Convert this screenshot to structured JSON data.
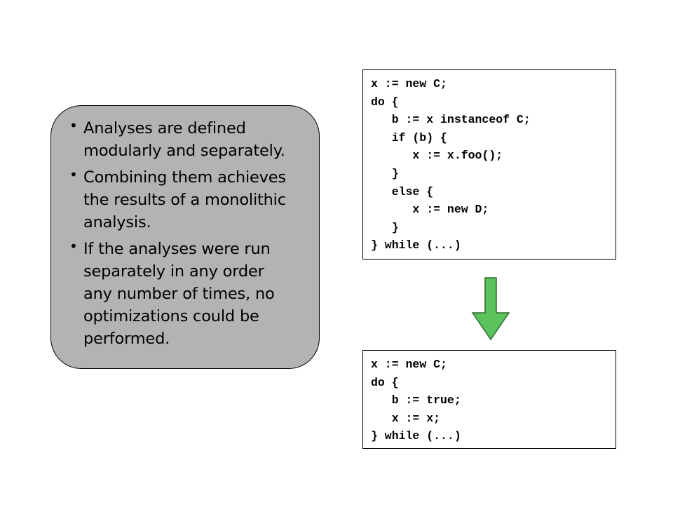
{
  "bullets": [
    "Analyses are defined modularly and separately.",
    "Combining them achieves the results of a monolithic analysis.",
    "If the analyses were run separately in any order any number of times, no optimizations could be performed."
  ],
  "code_before": [
    "x := new C;",
    "do {",
    "   b := x instanceof C;",
    "   if (b) {",
    "      x := x.foo();",
    "   }",
    "   else {",
    "      x := new D;",
    "   }",
    "} while (...)"
  ],
  "code_after": [
    "x := new C;",
    "do {",
    "   b := true;",
    "   x := x;",
    "} while (...)"
  ],
  "colors": {
    "bullet_box_fill": "#b3b3b3",
    "arrow_fill": "#5cc25c"
  },
  "icons": {
    "arrow": "arrow-down-icon"
  }
}
